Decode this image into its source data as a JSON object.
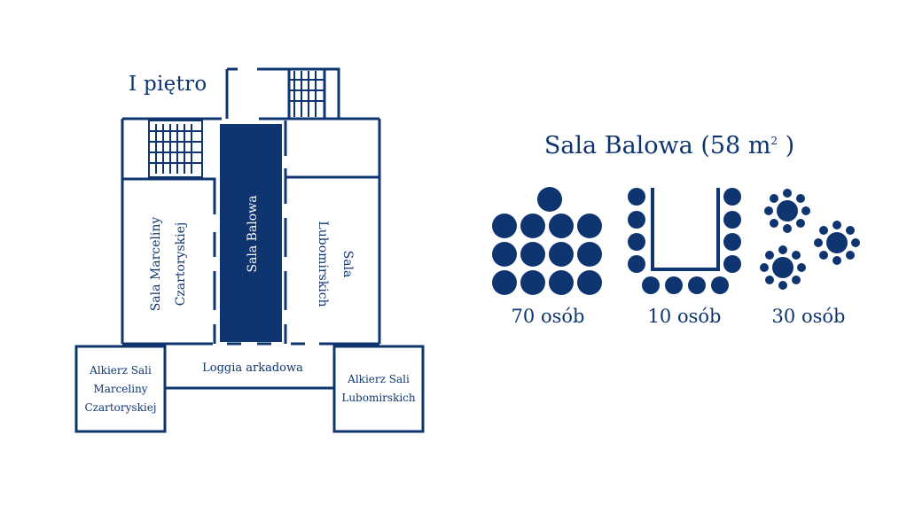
{
  "floor": {
    "title": "I piętro"
  },
  "rooms": {
    "sala_balowa": "Sala Balowa",
    "sala_marceliny_line1": "Sala Marceliny",
    "sala_marceliny_line2": "Czartoryskiej",
    "sala_lubomirskich_line1": "Sala",
    "sala_lubomirskich_line2": "Lubomirskich",
    "loggia": "Loggia arkadowa",
    "alkierz_left_line1": "Alkierz Sali",
    "alkierz_left_line2": "Marceliny",
    "alkierz_left_line3": "Czartoryskiej",
    "alkierz_right_line1": "Alkierz Sali",
    "alkierz_right_line2": "Lubomirskich"
  },
  "detail": {
    "title_main": "Sala Balowa (58 m",
    "title_sup": "2",
    "title_end": " )"
  },
  "layouts": [
    {
      "name": "theatre",
      "capacity": "70 osób"
    },
    {
      "name": "u-shape",
      "capacity": "10 osób"
    },
    {
      "name": "round-tables",
      "capacity": "30 osób"
    }
  ],
  "colors": {
    "primary": "#0f3570",
    "highlight": "#0f3570",
    "background": "#ffffff"
  }
}
